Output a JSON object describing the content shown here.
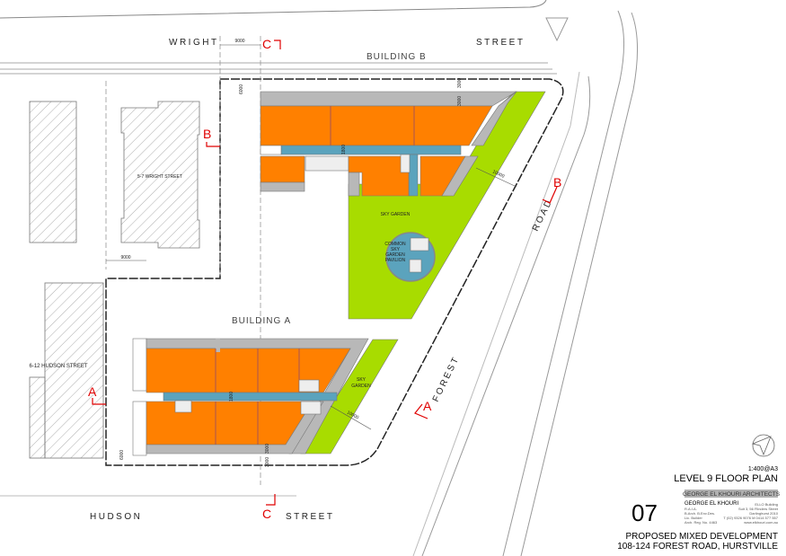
{
  "streets": {
    "wright_1": "WRIGHT",
    "wright_2": "STREET",
    "hudson_1": "HUDSON",
    "hudson_2": "STREET",
    "forest_1": "FOREST",
    "forest_2": "ROAD"
  },
  "buildings": {
    "a": "BUILDING A",
    "b": "BUILDING B"
  },
  "neighbours": {
    "wright": "5-7 WRIGHT STREET",
    "hudson": "6-12 HUDSON STREET"
  },
  "gardens": {
    "b": "SKY GARDEN",
    "a_1": "SKY",
    "a_2": "GARDEN",
    "pavilion": [
      "COMMON",
      "SKY",
      "GARDEN",
      "PAVILION"
    ]
  },
  "dimensions": {
    "top": "9000",
    "left": "9000",
    "b_setback": "6000",
    "b_right": "3000",
    "b_right_2": "3000",
    "b_garden": "10000",
    "b_corridor": "1800",
    "a_corridor": "1800",
    "a_garden": "10000",
    "a_left": "6000",
    "a_bottom": "3000",
    "a_bottom_2": "3000"
  },
  "sections": {
    "a": "A",
    "b": "B",
    "c": "C"
  },
  "title_block": {
    "scale": "1:400@A3",
    "title": "LEVEL 9 FLOOR PLAN",
    "firm_banner": "GEORGE EL KHOURI ARCHITECTS",
    "architect": "GEORGE EL KHOURI",
    "credentials": [
      "R.A.I.A.",
      "B.Arch. B.Env.Des.",
      "Lic. Builder",
      "Arch. Reg. No. 4463"
    ],
    "address": [
      "ELLO Building",
      "Suit 3, 56 Flinders Street",
      "Darlinghurst 2010",
      "T (02) 9326 9076   M 0414 577 557",
      "www.elkhouri.com.au"
    ],
    "drawing_number": "07",
    "project": "PROPOSED MIXED DEVELOPMENT",
    "site": "108-124 FOREST ROAD, HURSTVILLE"
  },
  "colors": {
    "apartment": "#ff8000",
    "corridor": "#5ba3bd",
    "garden": "#a8dc00",
    "balcony": "#b8b8b8",
    "section": "#e00000"
  }
}
